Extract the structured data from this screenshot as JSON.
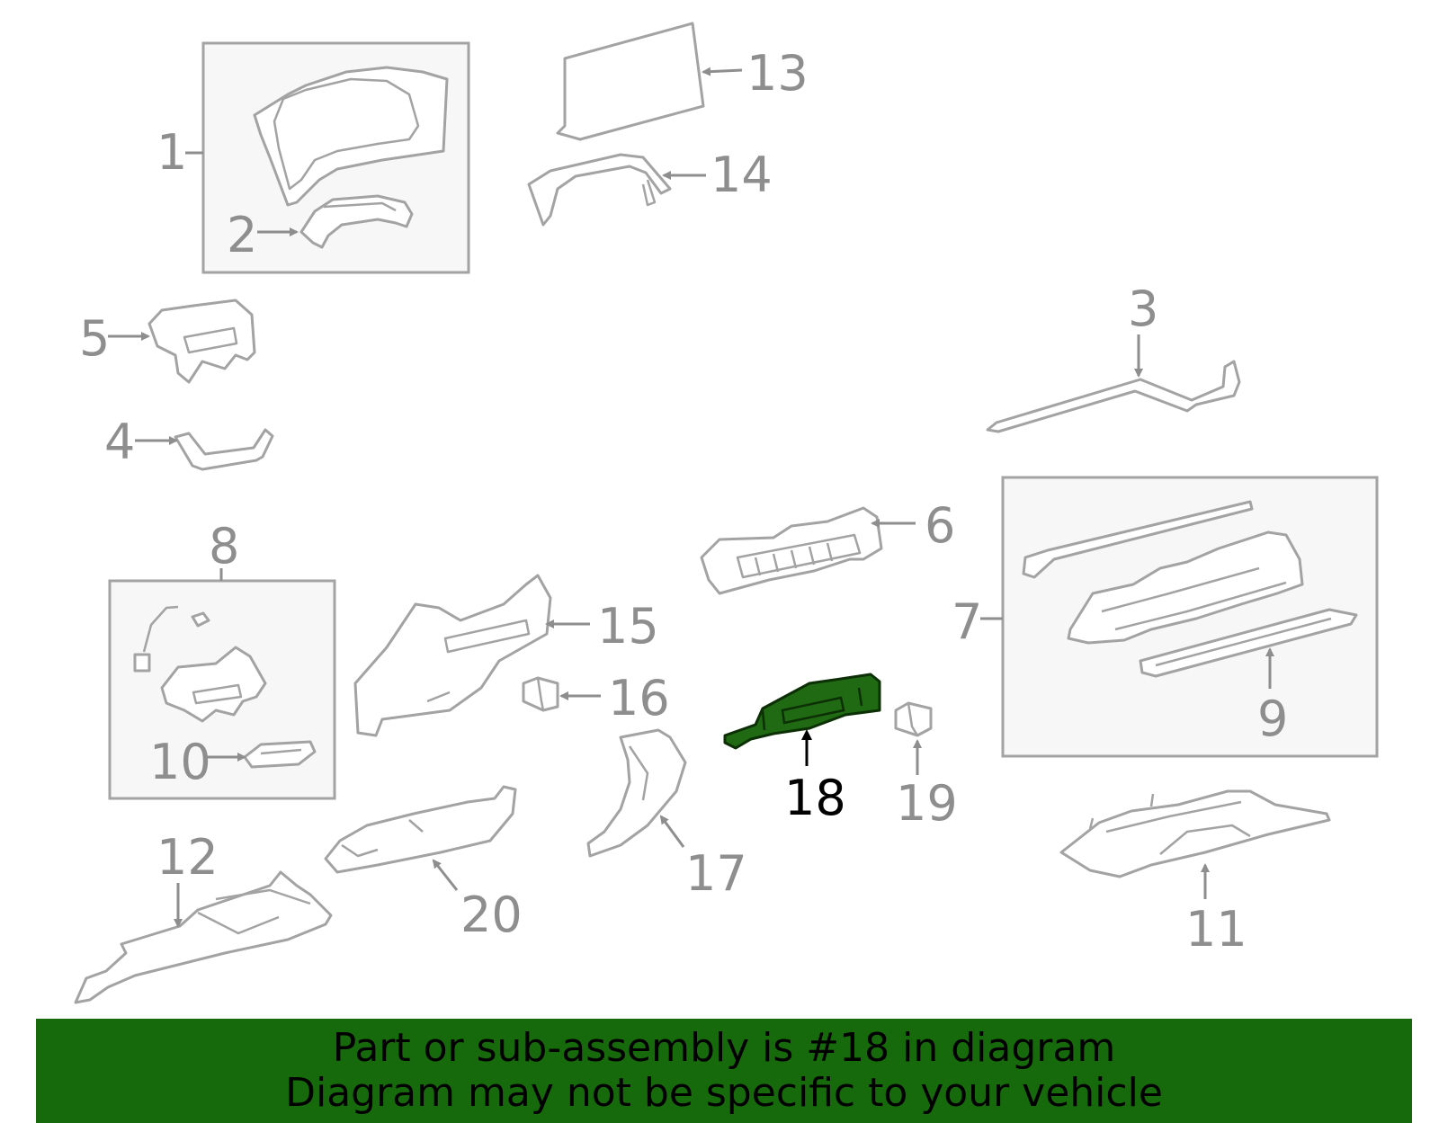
{
  "diagram": {
    "highlighted_part": "18",
    "callouts": {
      "c1": "1",
      "c2": "2",
      "c3": "3",
      "c4": "4",
      "c5": "5",
      "c6": "6",
      "c7": "7",
      "c8": "8",
      "c9": "9",
      "c10": "10",
      "c11": "11",
      "c12": "12",
      "c13": "13",
      "c14": "14",
      "c15": "15",
      "c16": "16",
      "c17": "17",
      "c18": "18",
      "c19": "19",
      "c20": "20"
    },
    "colors": {
      "highlight": "#1f6a12",
      "banner": "#176a0c",
      "line_art": "#a3a3a3"
    }
  },
  "banner": {
    "line1": "Part or sub-assembly is #18 in diagram",
    "line2": "Diagram may not be specific to your vehicle"
  }
}
